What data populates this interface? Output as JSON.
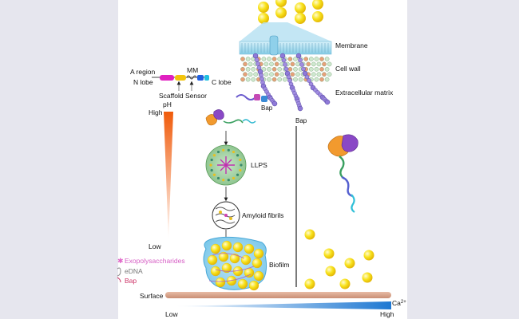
{
  "labels": {
    "membrane": "Membrane",
    "cell_wall": "Cell wall",
    "extracellular_matrix": "Extracellular matrix",
    "bap_top": "Bap",
    "bap_right": "Bap",
    "a_region": "A region",
    "n_lobe": "N lobe",
    "mm": "MM",
    "c_lobe": "C lobe",
    "scaffold": "Scaffold",
    "sensor": "Sensor",
    "ph": "pH",
    "ph_high": "High",
    "ph_low": "Low",
    "llps": "LLPS",
    "amyloid_fibrils": "Amyloid fibrils",
    "biofilm": "Biofilm",
    "legend_exopolysaccharides": "Exopolysaccharides",
    "legend_edna": "eDNA",
    "legend_bap": "Bap",
    "surface": "Surface",
    "ca_low": "Low",
    "ca_high": "High",
    "ca_ion": "Ca",
    "ca_charge": "2+"
  },
  "colors": {
    "ph_gradient_top": "#f05a0a",
    "ph_gradient_bottom": "#ffffff",
    "ca_gradient_left": "#ffffff",
    "ca_gradient_right": "#1e78d2",
    "sphere": "#f8e21a",
    "surface": "#d9a48a",
    "membrane_top": "#bfe6f3",
    "exopolysaccharides": "#e066c8",
    "bap": "#cc3366"
  }
}
